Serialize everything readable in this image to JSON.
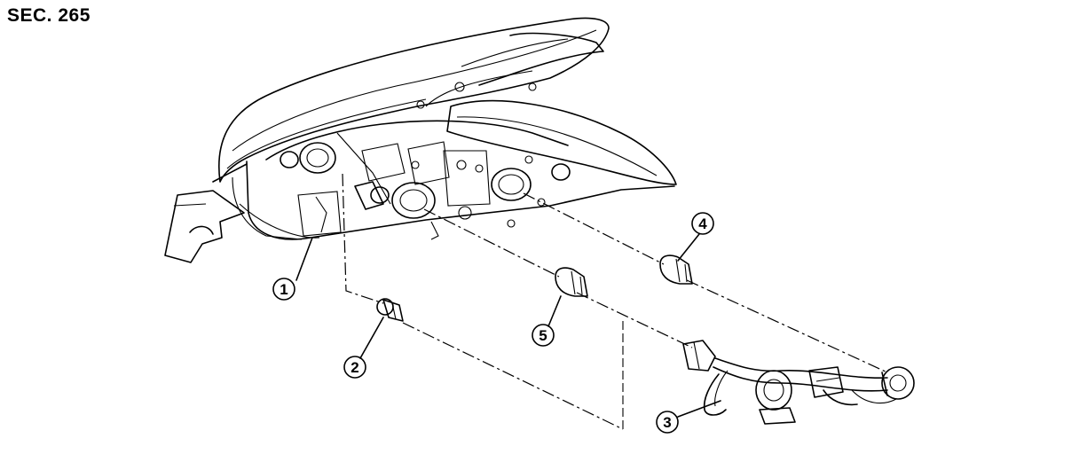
{
  "header": {
    "section": "SEC. 265"
  },
  "callouts": [
    {
      "id": "1",
      "label": "1"
    },
    {
      "id": "2",
      "label": "2"
    },
    {
      "id": "3",
      "label": "3"
    },
    {
      "id": "4",
      "label": "4"
    },
    {
      "id": "5",
      "label": "5"
    }
  ]
}
